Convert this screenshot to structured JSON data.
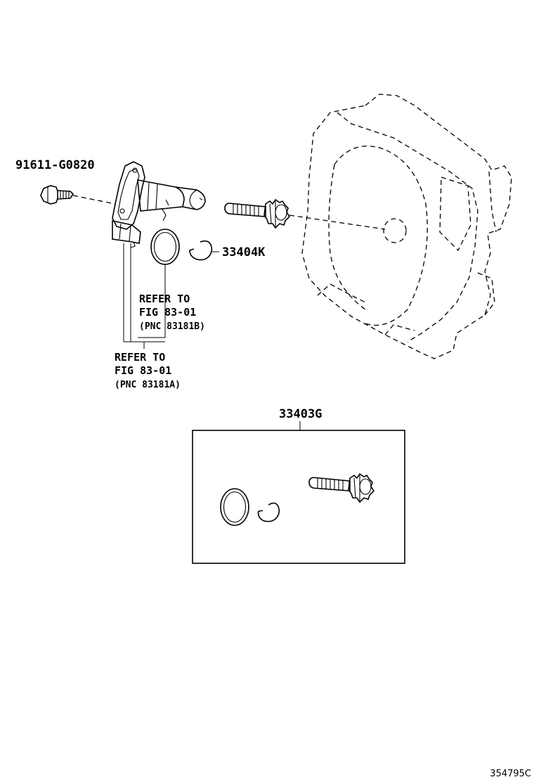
{
  "parts": {
    "bolt_number": "91611-G0820",
    "clip_number": "33404K",
    "kit_number": "33403G"
  },
  "references": {
    "oring_ref": {
      "line1": "REFER TO",
      "line2": "FIG 83-01",
      "line3": "(PNC 83181B)"
    },
    "sensor_ref": {
      "line1": "REFER TO",
      "line2": "FIG 83-01",
      "line3": "(PNC 83181A)"
    }
  },
  "image_id": "354795C"
}
